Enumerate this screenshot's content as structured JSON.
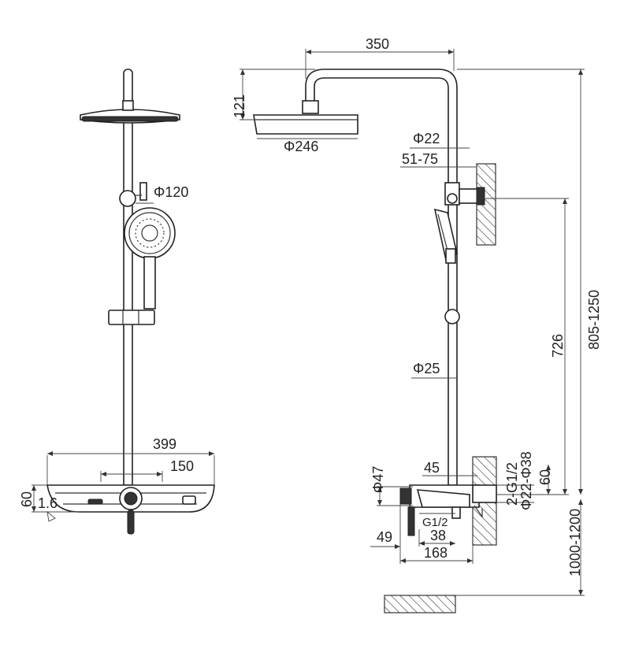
{
  "front_view": {
    "dim_handshower": "Φ120",
    "dim_shelf_width": "399",
    "dim_inlet_spacing": "150",
    "dim_shelf_height": "60",
    "dim_shelf_slope": "1.6"
  },
  "side_view": {
    "dim_arm_reach": "350",
    "dim_arm_height": "121",
    "dim_head_diameter": "Φ246",
    "dim_upper_pipe": "Φ22",
    "dim_wall_offset": "51-75",
    "dim_main_pipe": "Φ25",
    "dim_bracket_height": "726",
    "dim_total_height": "805-1250",
    "dim_mixer_height": "Φ47",
    "dim_mixer_depth": "45",
    "dim_connector": "2-G1/2",
    "dim_escutcheon": "Φ22-Φ38",
    "dim_inlet_rise": "60",
    "dim_inlet_thread": "G1/2",
    "dim_spout_offset": "38",
    "dim_handle_offset": "49",
    "dim_mixer_length": "168",
    "dim_install_height": "1000-1200"
  }
}
